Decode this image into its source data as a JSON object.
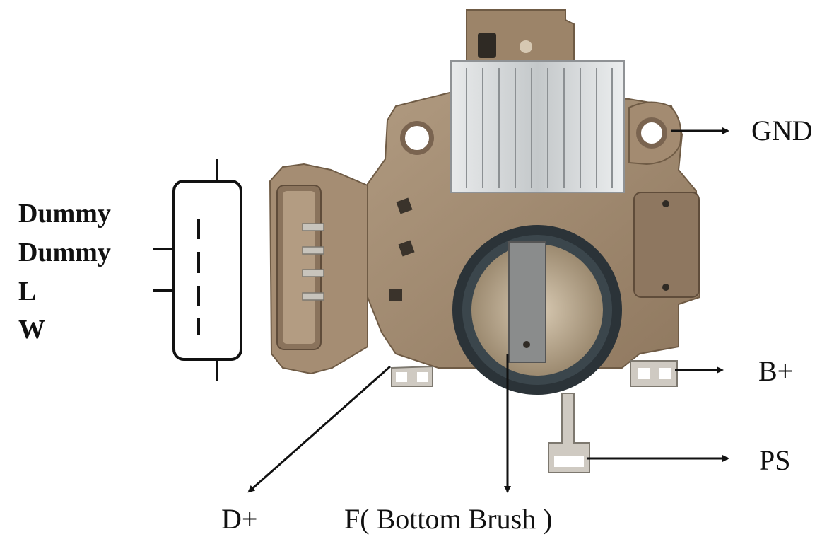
{
  "pin_labels": [
    "Dummy",
    "Dummy",
    "L",
    "W"
  ],
  "terminals": {
    "gnd": "GND",
    "b_plus": "B+",
    "ps": "PS",
    "d_plus": "D+",
    "f": "F( Bottom Brush )"
  },
  "colors": {
    "body": "#a48d74",
    "body_dark": "#7d6852",
    "heatsink": "#cfd2d4",
    "seal": "#2b3338",
    "metal": "#c9c9c6",
    "ink": "#111111"
  }
}
